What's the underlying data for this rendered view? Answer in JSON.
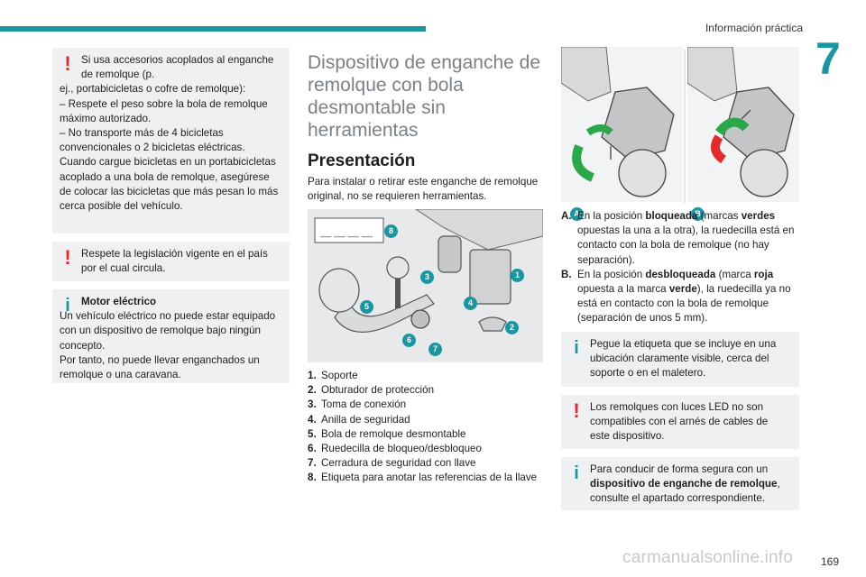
{
  "header": {
    "section_title": "Información práctica",
    "chapter": "7",
    "page": "169"
  },
  "watermark": "carmanualsonline.info",
  "left": {
    "box1": {
      "first": "Si usa accesorios acoplados al enganche de remolque (p.",
      "rest": [
        "ej., portabicicletas o cofre de remolque):",
        "– Respete el peso sobre la bola de remolque máximo autorizado.",
        "– No transporte más de 4 bicicletas convencionales o 2 bicicletas eléctricas.",
        "Cuando cargue bicicletas en un portabicicletas acoplado a una bola de remolque, asegúrese de colocar las bicicletas que más pesan lo más cerca posible del vehículo."
      ]
    },
    "box2": {
      "first": "Respete la legislación vigente en el país por el cual circula."
    },
    "box3": {
      "title": "Motor eléctrico",
      "rest": [
        "Un vehículo eléctrico no puede estar equipado con un dispositivo de remolque bajo ningún concepto.",
        "Por tanto, no puede llevar enganchados un remolque o una caravana."
      ]
    }
  },
  "middle": {
    "heading": "Dispositivo de enganche de remolque con bola desmontable sin herramientas",
    "subheading": "Presentación",
    "intro": "Para instalar o retirar este enganche de remolque original, no se requieren herramientas.",
    "label_placeholder": "__ __ __ __",
    "badges": [
      "1",
      "2",
      "3",
      "4",
      "5",
      "6",
      "7",
      "8"
    ],
    "parts": [
      {
        "n": "1.",
        "t": "Soporte"
      },
      {
        "n": "2.",
        "t": "Obturador de protección"
      },
      {
        "n": "3.",
        "t": "Toma de conexión"
      },
      {
        "n": "4.",
        "t": "Anilla de seguridad"
      },
      {
        "n": "5.",
        "t": "Bola de remolque desmontable"
      },
      {
        "n": "6.",
        "t": "Ruedecilla de bloqueo/desbloqueo"
      },
      {
        "n": "7.",
        "t": "Cerradura de seguridad con llave"
      },
      {
        "n": "8.",
        "t": "Etiqueta para anotar las referencias de la llave"
      }
    ]
  },
  "right": {
    "fig_labels": [
      "A",
      "B"
    ],
    "itemA": {
      "n": "A.",
      "pre": "En la posición ",
      "b1": "bloqueada",
      "mid": " (marcas ",
      "b2": "verdes",
      "post": " opuestas la una a la otra), la ruedecilla está en contacto con la bola de remolque (no hay separación)."
    },
    "itemB": {
      "n": "B.",
      "pre": "En la posición ",
      "b1": "desbloqueada",
      "mid": " (marca ",
      "b2": "roja",
      "mid2": " opuesta a la marca ",
      "b3": "verde",
      "post": "), la ruedecilla ya no está en contacto con la bola de remolque (separación de unos 5 mm)."
    },
    "box4": "Pegue la etiqueta que se incluye en una ubicación claramente visible, cerca del soporte o en el maletero.",
    "box5": "Los remolques con luces LED no son compatibles con el arnés de cables de este dispositivo.",
    "box6": {
      "pre": "Para conducir de forma segura con un ",
      "b": "dispositivo de enganche de remolque",
      "post": ", consulte el apartado correspondiente."
    }
  },
  "colors": {
    "accent": "#1a96a0",
    "warning": "#e4282c",
    "locked": "#29a84a",
    "unlocked": "#e4282c"
  },
  "icons": {
    "warning": "exclamation-icon",
    "info": "info-icon"
  }
}
